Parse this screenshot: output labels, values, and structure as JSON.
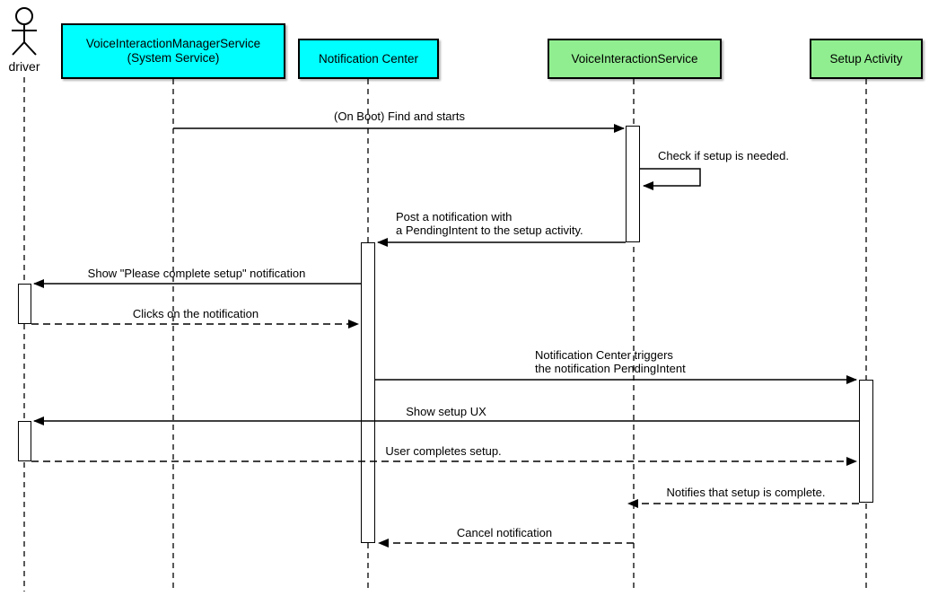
{
  "diagram_type": "uml-sequence-diagram",
  "colors": {
    "system_participant_fill": "#00FFFF",
    "app_participant_fill": "#90EE90",
    "line_color": "#000000",
    "background": "#FFFFFF",
    "activation_fill": "#FFFFFF"
  },
  "participants": [
    {
      "id": "driver",
      "kind": "actor",
      "label": "driver"
    },
    {
      "id": "voice-interaction-manager-service",
      "kind": "box",
      "label": "VoiceInteractionManagerService\n(System Service)",
      "color": "#00FFFF"
    },
    {
      "id": "notification-center",
      "kind": "box",
      "label": "Notification Center",
      "color": "#00FFFF"
    },
    {
      "id": "voice-interaction-service",
      "kind": "box",
      "label": "VoiceInteractionService",
      "color": "#90EE90"
    },
    {
      "id": "setup-activity",
      "kind": "box",
      "label": "Setup Activity",
      "color": "#90EE90"
    }
  ],
  "messages": [
    {
      "from": "VoiceInteractionManagerService (System Service)",
      "to": "VoiceInteractionService",
      "style": "solid",
      "label": "(On Boot) Find and starts"
    },
    {
      "from": "VoiceInteractionService",
      "to": "VoiceInteractionService",
      "style": "self",
      "label": "Check if setup is needed."
    },
    {
      "from": "VoiceInteractionService",
      "to": "Notification Center",
      "style": "solid",
      "label": "Post a notification with\na PendingIntent to the setup activity."
    },
    {
      "from": "Notification Center",
      "to": "driver",
      "style": "solid",
      "label": "Show \"Please complete setup\" notification"
    },
    {
      "from": "driver",
      "to": "Notification Center",
      "style": "dashed",
      "label": "Clicks on the notification"
    },
    {
      "from": "Notification Center",
      "to": "Setup Activity",
      "style": "solid",
      "label": "Notification Center triggers\nthe notification PendingIntent"
    },
    {
      "from": "Setup Activity",
      "to": "driver",
      "style": "solid",
      "label": "Show setup UX"
    },
    {
      "from": "driver",
      "to": "Setup Activity",
      "style": "dashed",
      "label": "User completes setup."
    },
    {
      "from": "Setup Activity",
      "to": "VoiceInteractionService",
      "style": "dashed",
      "label": "Notifies that setup is complete."
    },
    {
      "from": "VoiceInteractionService",
      "to": "Notification Center",
      "style": "dashed",
      "label": "Cancel notification"
    }
  ]
}
